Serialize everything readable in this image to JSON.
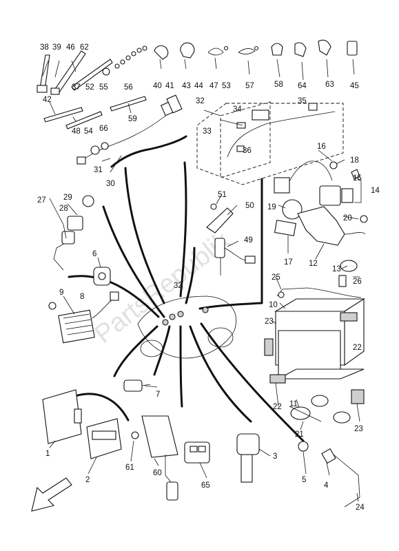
{
  "watermark": "PartsRepublik",
  "colors": {
    "ink": "#111111",
    "paper": "#ffffff",
    "watermark": "#c9c9c9"
  },
  "callouts": [
    {
      "id": "c38",
      "text": "38"
    },
    {
      "id": "c39",
      "text": "39"
    },
    {
      "id": "c46",
      "text": "46"
    },
    {
      "id": "c62",
      "text": "62"
    },
    {
      "id": "c37",
      "text": "37"
    },
    {
      "id": "c52",
      "text": "52"
    },
    {
      "id": "c55",
      "text": "55"
    },
    {
      "id": "c56",
      "text": "56"
    },
    {
      "id": "c40",
      "text": "40"
    },
    {
      "id": "c41",
      "text": "41"
    },
    {
      "id": "c43",
      "text": "43"
    },
    {
      "id": "c44",
      "text": "44"
    },
    {
      "id": "c47",
      "text": "47"
    },
    {
      "id": "c53",
      "text": "53"
    },
    {
      "id": "c57",
      "text": "57"
    },
    {
      "id": "c58",
      "text": "58"
    },
    {
      "id": "c64",
      "text": "64"
    },
    {
      "id": "c63",
      "text": "63"
    },
    {
      "id": "c45",
      "text": "45"
    },
    {
      "id": "c42",
      "text": "42"
    },
    {
      "id": "c48",
      "text": "48"
    },
    {
      "id": "c54",
      "text": "54"
    },
    {
      "id": "c66",
      "text": "66"
    },
    {
      "id": "c59",
      "text": "59"
    },
    {
      "id": "c32a",
      "text": "32"
    },
    {
      "id": "c34",
      "text": "34"
    },
    {
      "id": "c35",
      "text": "35"
    },
    {
      "id": "c33",
      "text": "33"
    },
    {
      "id": "c36",
      "text": "36"
    },
    {
      "id": "c31",
      "text": "31"
    },
    {
      "id": "c30",
      "text": "30"
    },
    {
      "id": "c16",
      "text": "16"
    },
    {
      "id": "c18",
      "text": "18"
    },
    {
      "id": "c15",
      "text": "15"
    },
    {
      "id": "c14",
      "text": "14"
    },
    {
      "id": "c27",
      "text": "27"
    },
    {
      "id": "c29",
      "text": "29"
    },
    {
      "id": "c28",
      "text": "28"
    },
    {
      "id": "c51",
      "text": "51"
    },
    {
      "id": "c50",
      "text": "50"
    },
    {
      "id": "c19",
      "text": "19"
    },
    {
      "id": "c20",
      "text": "20"
    },
    {
      "id": "c49",
      "text": "49"
    },
    {
      "id": "c17",
      "text": "17"
    },
    {
      "id": "c12",
      "text": "12"
    },
    {
      "id": "c13",
      "text": "13"
    },
    {
      "id": "c6",
      "text": "6"
    },
    {
      "id": "c25",
      "text": "25"
    },
    {
      "id": "c26",
      "text": "26"
    },
    {
      "id": "c9",
      "text": "9"
    },
    {
      "id": "c8",
      "text": "8"
    },
    {
      "id": "c32b",
      "text": "32"
    },
    {
      "id": "c10",
      "text": "10"
    },
    {
      "id": "c23a",
      "text": "23"
    },
    {
      "id": "c22a",
      "text": "22"
    },
    {
      "id": "c7",
      "text": "7"
    },
    {
      "id": "c22b",
      "text": "22"
    },
    {
      "id": "c11",
      "text": "11"
    },
    {
      "id": "c21",
      "text": "21"
    },
    {
      "id": "c23b",
      "text": "23"
    },
    {
      "id": "c1",
      "text": "1"
    },
    {
      "id": "c2",
      "text": "2"
    },
    {
      "id": "c61",
      "text": "61"
    },
    {
      "id": "c60",
      "text": "60"
    },
    {
      "id": "c65",
      "text": "65"
    },
    {
      "id": "c3",
      "text": "3"
    },
    {
      "id": "c5",
      "text": "5"
    },
    {
      "id": "c4",
      "text": "4"
    },
    {
      "id": "c24",
      "text": "24"
    }
  ]
}
